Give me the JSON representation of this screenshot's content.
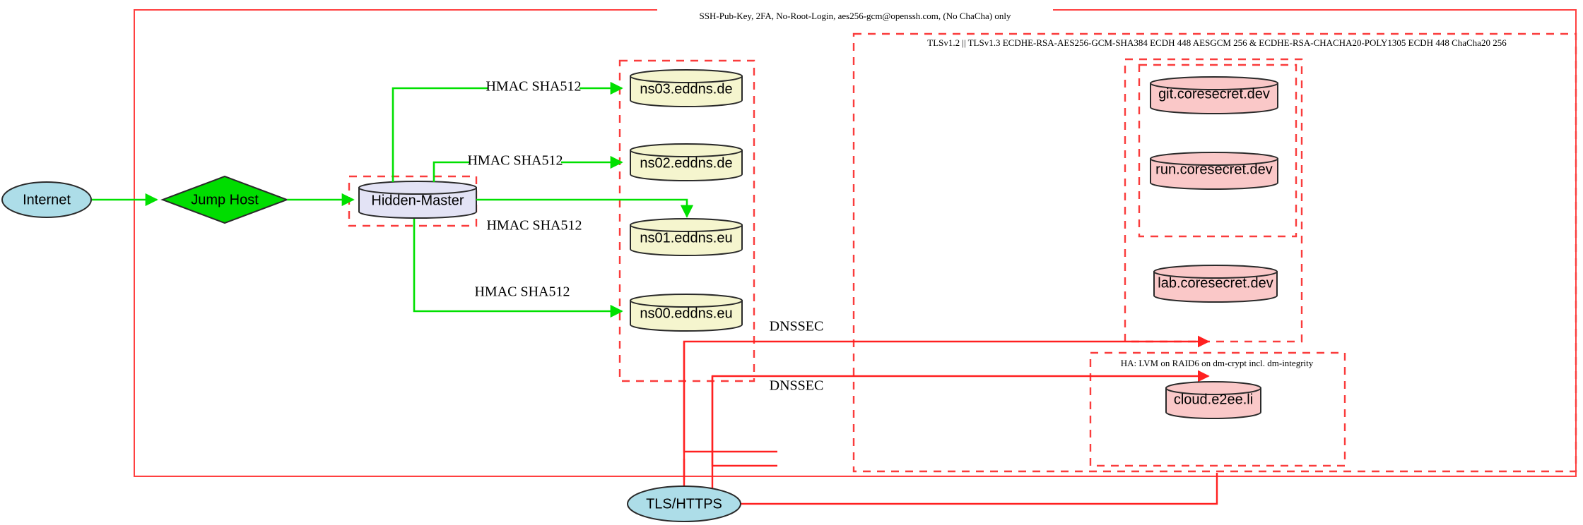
{
  "diagram": {
    "title_banner": "SSH-Pub-Key, 2FA, No-Root-Login, aes256-gcm@openssh.com, (No ChaCha) only",
    "clusters": [
      {
        "id": "tls-cluster",
        "label": "TLSv1.2 || TLSv1.3 ECDHE-RSA-AES256-GCM-SHA384 ECDH 448 AESGCM 256 & ECDHE-RSA-CHACHA20-POLY1305 ECDH 448 ChaCha20 256"
      },
      {
        "id": "ha-cluster",
        "label": "HA: LVM on RAID6 on dm-crypt incl. dm-integrity"
      }
    ],
    "nodes": [
      {
        "id": "internet",
        "label": "Internet",
        "shape": "ellipse",
        "color": "#addde8"
      },
      {
        "id": "jump-host",
        "label": "Jump Host",
        "shape": "diamond",
        "color": "#00dd00"
      },
      {
        "id": "hidden-master",
        "label": "Hidden-Master",
        "shape": "cylinder",
        "color": "#e3e3f5"
      },
      {
        "id": "ns03",
        "label": "ns03.eddns.de",
        "shape": "cylinder",
        "color": "#f5f5ce"
      },
      {
        "id": "ns02",
        "label": "ns02.eddns.de",
        "shape": "cylinder",
        "color": "#f5f5ce"
      },
      {
        "id": "ns01",
        "label": "ns01.eddns.eu",
        "shape": "cylinder",
        "color": "#f5f5ce"
      },
      {
        "id": "ns00",
        "label": "ns00.eddns.eu",
        "shape": "cylinder",
        "color": "#f5f5ce"
      },
      {
        "id": "git",
        "label": "git.coresecret.dev",
        "shape": "cylinder",
        "color": "#fac8c8"
      },
      {
        "id": "run",
        "label": "run.coresecret.dev",
        "shape": "cylinder",
        "color": "#fac8c8"
      },
      {
        "id": "lab",
        "label": "lab.coresecret.dev",
        "shape": "cylinder",
        "color": "#fac8c8"
      },
      {
        "id": "cloud",
        "label": "cloud.e2ee.li",
        "shape": "cylinder",
        "color": "#fac8c8"
      },
      {
        "id": "tls-https",
        "label": "TLS/HTTPS",
        "shape": "ellipse",
        "color": "#addde8"
      }
    ],
    "edge_labels": {
      "hmac_ns03": "HMAC SHA512",
      "hmac_ns02": "HMAC SHA512",
      "hmac_ns01": "HMAC SHA512",
      "hmac_ns00": "HMAC SHA512",
      "dnssec_upper": "DNSSEC",
      "dnssec_lower": "DNSSEC"
    },
    "colors": {
      "boundary_red": "#ff4040",
      "edge_green": "#00e000",
      "edge_red": "#ff2020",
      "node_blue": "#addde8",
      "node_green": "#00dd00",
      "node_lavender": "#e3e3f5",
      "node_yellow": "#f5f5ce",
      "node_pink": "#fac8c8"
    }
  }
}
